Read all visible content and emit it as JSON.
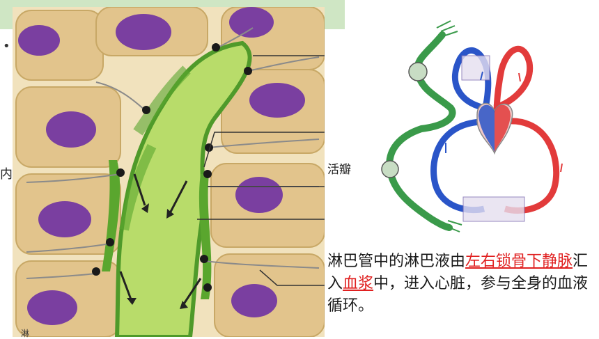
{
  "slide": {
    "bullet": "•",
    "frag_left": "内",
    "frag_right": "活瓣",
    "bottom_frag": "淋"
  },
  "caption": {
    "t1": "淋巴管中的淋巴液由",
    "h1": "左右锁骨下静脉",
    "t2": "汇入",
    "h2": "血浆",
    "t3": "中，进入心脏，参与全身的血液循环。"
  },
  "colors": {
    "highlight": "#e02020",
    "vessel_green": "#5aa62e",
    "cell_tan": "#e2c48c",
    "nucleus_purple": "#7a3fa0",
    "vein_blue": "#2a55c8",
    "artery_red": "#e23b3b",
    "lymph_green": "#3a9a4a"
  },
  "icons": [
    "lymph-capillary-illustration",
    "circulation-diagram"
  ]
}
